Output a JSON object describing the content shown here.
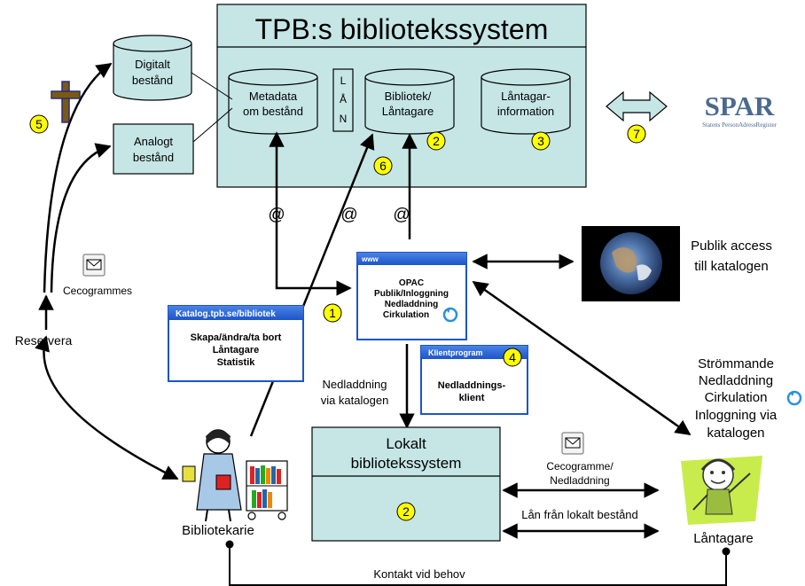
{
  "system": {
    "title": "TPB:s bibliotekssystem",
    "metadata": [
      "Metadata",
      "om bestånd"
    ],
    "lan_letters": [
      "L",
      "Å",
      "N"
    ],
    "bibliotek": [
      "Bibliotek/",
      "Låntagare"
    ],
    "lantagarinfo": [
      "Låntagar-",
      "information"
    ]
  },
  "stores": {
    "digitalt": [
      "Digitalt",
      "bestånd"
    ],
    "analogt": [
      "Analogt",
      "bestånd"
    ]
  },
  "at_symbol": "@",
  "badges": [
    "1",
    "2",
    "3",
    "4",
    "5",
    "6",
    "7"
  ],
  "spar": {
    "logo": "SPAR",
    "subtitle": "Statens PersonAdressRegister"
  },
  "www_window": {
    "title": "www",
    "lines": [
      "OPAC",
      "Publik/Inloggning",
      "Nedladdning",
      "Cirkulation"
    ]
  },
  "katalog_window": {
    "title": "Katalog.tpb.se/bibliotek",
    "lines": [
      "Skapa/ändra/ta bort",
      "Låntagare",
      "Statistik"
    ]
  },
  "klient_window": {
    "title": "Klientprogram",
    "lines": [
      "Nedladdnings-",
      "klient"
    ]
  },
  "lokalt": {
    "lines": [
      "Lokalt",
      "bibliotekssystem"
    ]
  },
  "labels": {
    "publik_access": [
      "Publik access",
      "till katalogen"
    ],
    "strommande": [
      "Strömmande",
      "Nedladdning",
      "Cirkulation",
      "Inloggning via",
      "katalogen"
    ],
    "reservera": "Reservera",
    "cecogrammes": "Cecogrammes",
    "nedladdning_via": [
      "Nedladdning",
      "via katalogen"
    ],
    "cecogramme_ned": [
      "Cecogramme/",
      "Nedladdning"
    ],
    "lan_lokalt": "Lån från lokalt bestånd",
    "bibliotekarie": "Bibliotekarie",
    "lantagare": "Låntagare",
    "kontakt": "Kontakt vid behov"
  },
  "colors": {
    "panel": "#c6e6e6",
    "window_blue": "#1c55c8",
    "badge": "#ffff00",
    "spar_blue": "#4a6a8e"
  }
}
